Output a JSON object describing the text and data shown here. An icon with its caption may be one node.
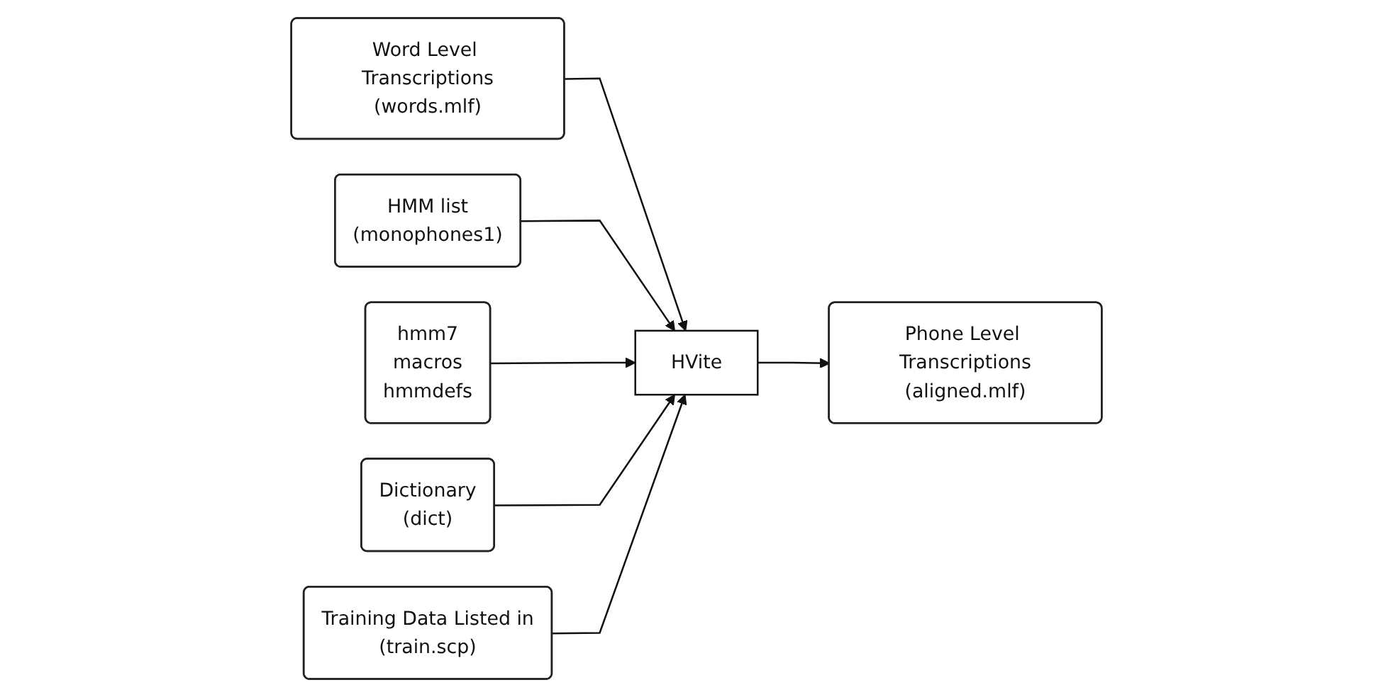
{
  "diagram": {
    "nodes": [
      {
        "text": [
          "HMM list",
          "(monophones1)"
        ]
      },
      {
        "text": [
          "hmm7",
          "macros",
          "hmmdefs"
        ]
      },
      {
        "text": [
          "Word Level Transcriptions",
          "(words.mlf)"
        ]
      },
      {
        "text": [
          "HVite"
        ]
      },
      {
        "text": [
          "Phone Level Transcriptions",
          "(aligned.mlf)"
        ]
      },
      {
        "text": [
          "Dictionary",
          "(dict)"
        ]
      },
      {
        "text": [
          "Training Data Listed in",
          "(train.scp)"
        ]
      }
    ],
    "edges": [
      {
        "from": 2,
        "to": 3,
        "arrow": "to"
      },
      {
        "from": 0,
        "to": 3,
        "arrow": "to"
      },
      {
        "from": 1,
        "to": 3,
        "arrow": "to"
      },
      {
        "from": 5,
        "to": 3,
        "arrow": "to"
      },
      {
        "from": 6,
        "to": 3,
        "arrow": "to"
      },
      {
        "from": 3,
        "to": 4,
        "arrow": "to"
      }
    ]
  }
}
